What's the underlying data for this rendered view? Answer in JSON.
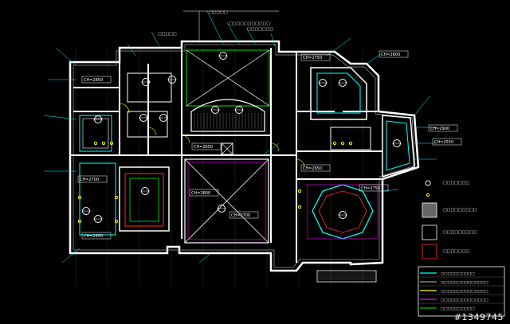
{
  "drawing": {
    "title_marks": [
      "□□□□□",
      "□□□□□□□□□□□",
      "□□□□□□□",
      "□□□□□"
    ],
    "ceiling_labels": [
      "CH=2850",
      "CH=2650",
      "CH=2750",
      "CH=2700",
      "CH=2800",
      "CH=2600",
      "CH=2900",
      "CH=2550",
      "CH=2650",
      "CH=2850",
      "CH=2700",
      "CH=2750"
    ],
    "legend": {
      "items": [
        "□□□□□□□",
        "□□□□□□□□□",
        "□□□□□□□□□",
        "□□□□□□□"
      ],
      "table_rows": [
        "□□□□□□□□□□",
        "□□□□□□□□□□□□□□",
        "□□□□□□□□□□□□□□",
        "□□□□□□□□□□□□□□",
        "□□□□□□□□□□"
      ]
    }
  },
  "colors": {
    "bg": "#000000",
    "wall": "#ffffff",
    "cyan": "#00ffff",
    "green": "#00c000",
    "red": "#ff3030",
    "magenta": "#ff00ff",
    "yellow": "#ffff00",
    "gray": "#9a9a9a"
  },
  "watermark": "#1349745"
}
